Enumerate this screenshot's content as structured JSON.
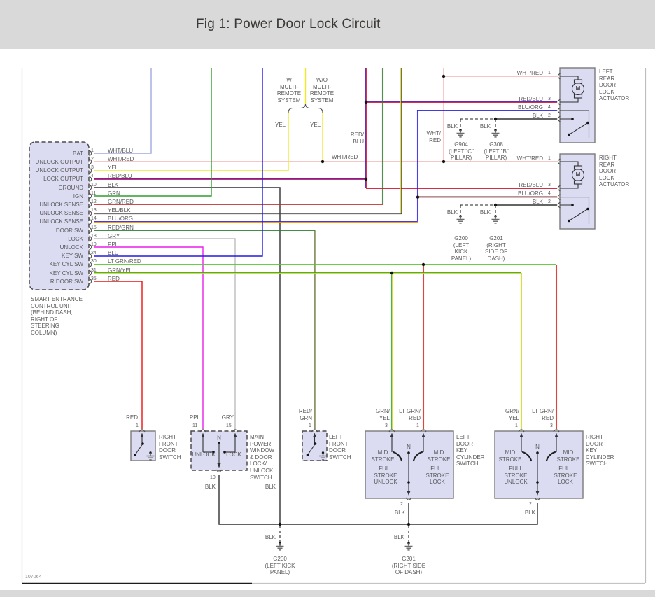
{
  "title": "Fig 1: Power Door Lock Circuit",
  "doc_number": "107064",
  "control_unit": {
    "label": "SMART ENTRANCE\nCONTROL UNIT\n(BEHIND DASH,\nRIGHT OF\nSTEERING\nCOLUMN)",
    "pins": [
      {
        "name": "BAT",
        "pin": "1",
        "wire": "WHT/BLU"
      },
      {
        "name": "UNLOCK OUTPUT",
        "pin": "2",
        "wire": "WHT/RED"
      },
      {
        "name": "UNLOCK OUTPUT",
        "pin": "3",
        "wire": "YEL"
      },
      {
        "name": "LOCK OUTPUT",
        "pin": "4",
        "wire": "RED/BLU"
      },
      {
        "name": "GROUND",
        "pin": "10",
        "wire": "BLK"
      },
      {
        "name": "IGN",
        "pin": "11",
        "wire": "GRN"
      },
      {
        "name": "UNLOCK SENSE",
        "pin": "12",
        "wire": "GRN/RED"
      },
      {
        "name": "UNLOCK SENSE",
        "pin": "13",
        "wire": "YEL/BLK"
      },
      {
        "name": "UNLOCK SENSE",
        "pin": "14",
        "wire": "BLU/ORG"
      },
      {
        "name": "L DOOR SW",
        "pin": "15",
        "wire": "RED/GRN"
      },
      {
        "name": "LOCK",
        "pin": "18",
        "wire": "GRY"
      },
      {
        "name": "UNLOCK",
        "pin": "19",
        "wire": "PPL"
      },
      {
        "name": "KEY SW",
        "pin": "24",
        "wire": "BLU"
      },
      {
        "name": "KEY CYL SW",
        "pin": "30",
        "wire": "LT GRN/RED"
      },
      {
        "name": "KEY CYL SW",
        "pin": "31",
        "wire": "GRN/YEL"
      },
      {
        "name": "R DOOR SW",
        "pin": "35",
        "wire": "RED"
      }
    ]
  },
  "branch": {
    "with_label": "W\nMULTI-\nREMOTE\nSYSTEM",
    "without_label": "W/O\nMULTI-\nREMOTE\nSYSTEM",
    "yel_left": "YEL",
    "yel_right": "YEL"
  },
  "wire_labels": {
    "wht_red_mid": "WHT/RED",
    "wht_red_vertical": "WHT/\nRED",
    "red_blu_mid": "RED/\nBLU",
    "blk": "BLK"
  },
  "actuators": {
    "left": {
      "label": "LEFT\nREAR\nDOOR\nLOCK\nACTUATOR",
      "motor": "M",
      "pins": [
        {
          "wire": "WHT/RED",
          "num": "1"
        },
        {
          "wire": "RED/BLU",
          "num": "3"
        },
        {
          "wire": "BLU/ORG",
          "num": "4"
        },
        {
          "wire": "BLK",
          "num": "2"
        }
      ]
    },
    "right": {
      "label": "RIGHT\nREAR\nDOOR\nLOCK\nACTUATOR",
      "motor": "M",
      "pins": [
        {
          "wire": "WHT/RED",
          "num": "1"
        },
        {
          "wire": "RED/BLU",
          "num": "3"
        },
        {
          "wire": "BLU/ORG",
          "num": "4"
        },
        {
          "wire": "BLK",
          "num": "2"
        }
      ]
    }
  },
  "switches": {
    "right_front": {
      "label": "RIGHT\nFRONT\nDOOR\nSWITCH",
      "pin": "1",
      "wire": "RED"
    },
    "left_front": {
      "label": "LEFT\nFRONT\nDOOR\nSWITCH",
      "pin": "1",
      "wire": "RED/\nGRN"
    },
    "main": {
      "label": "MAIN\nPOWER\nWINDOW\n& DOOR\nLOCK/\nUNLOCK\nSWITCH",
      "n": "N",
      "unlock": "UNLOCK",
      "lock": "LOCK",
      "pin_unlock": "11",
      "pin_lock": "15",
      "pin_ground": "10",
      "wire_unlock": "PPL",
      "wire_lock": "GRY",
      "wire_ground": "BLK"
    },
    "left_key": {
      "label": "LEFT\nDOOR\nKEY\nCYLINDER\nSWITCH",
      "n": "N",
      "mid_left": "MID\nSTROKE",
      "mid_right": "MID\nSTROKE",
      "full_unlock": "FULL\nSTROKE\nUNLOCK",
      "full_lock": "FULL\nSTROKE\nLOCK",
      "pin_left": "3",
      "pin_right": "1",
      "pin_bottom": "2",
      "wire_left": "GRN/\nYEL",
      "wire_right": "LT GRN/\nRED",
      "wire_bottom": "BLK"
    },
    "right_key": {
      "label": "RIGHT\nDOOR\nKEY\nCYLINDER\nSWITCH",
      "n": "N",
      "mid_left": "MID\nSTROKE",
      "mid_right": "MID\nSTROKE",
      "full_unlock": "FULL\nSTROKE\nUNLOCK",
      "full_lock": "FULL\nSTROKE\nLOCK",
      "pin_left": "1",
      "pin_right": "3",
      "pin_bottom": "2",
      "wire_left": "GRN/\nYEL",
      "wire_right": "LT GRN/\nRED",
      "wire_bottom": "BLK"
    }
  },
  "grounds": {
    "g904": {
      "label": "G904\n(LEFT \"C\"\nPILLAR)",
      "wire": "BLK"
    },
    "g308": {
      "label": "G308\n(LEFT \"B\"\nPILLAR)",
      "wire": "BLK"
    },
    "g200_upper": {
      "label": "G200\n(LEFT\nKICK\nPANEL)",
      "wire": "BLK"
    },
    "g201_upper": {
      "label": "G201\n(RIGHT\nSIDE OF\nDASH)",
      "wire": "BLK"
    },
    "g200_lower": {
      "label": "G200\n(LEFT KICK\nPANEL)",
      "wire": "BLK"
    },
    "g201_lower": {
      "label": "G201\n(RIGHT SIDE\nOF DASH)",
      "wire": "BLK"
    }
  },
  "colors": {
    "header_bg": "#d9d9d9",
    "panel_fill": "#dbdbf2",
    "wht_blu": "#9fa8e0",
    "wht_red": "#f2b4b4",
    "yel": "#efe92c",
    "red_blu": [
      "#4a0bb4",
      "#d40f30"
    ],
    "blk": "#303030",
    "grn": "#2f9e2f",
    "grn_red": [
      "#2f7e2f",
      "#c03030"
    ],
    "yel_blk": [
      "#ded816",
      "#404040"
    ],
    "blu_org": [
      "#2a1fe0",
      "#f08c00"
    ],
    "red_grn": [
      "#e23014",
      "#2a7e2a"
    ],
    "gry": "#bdbdbd",
    "ppl": "#ea1fea",
    "blu": "#2419e6",
    "lt_grn_red": [
      "#54c82b",
      "#dd2222"
    ],
    "grn_yel": [
      "#2fa32f",
      "#d6d61e"
    ],
    "red": "#ee1111"
  }
}
